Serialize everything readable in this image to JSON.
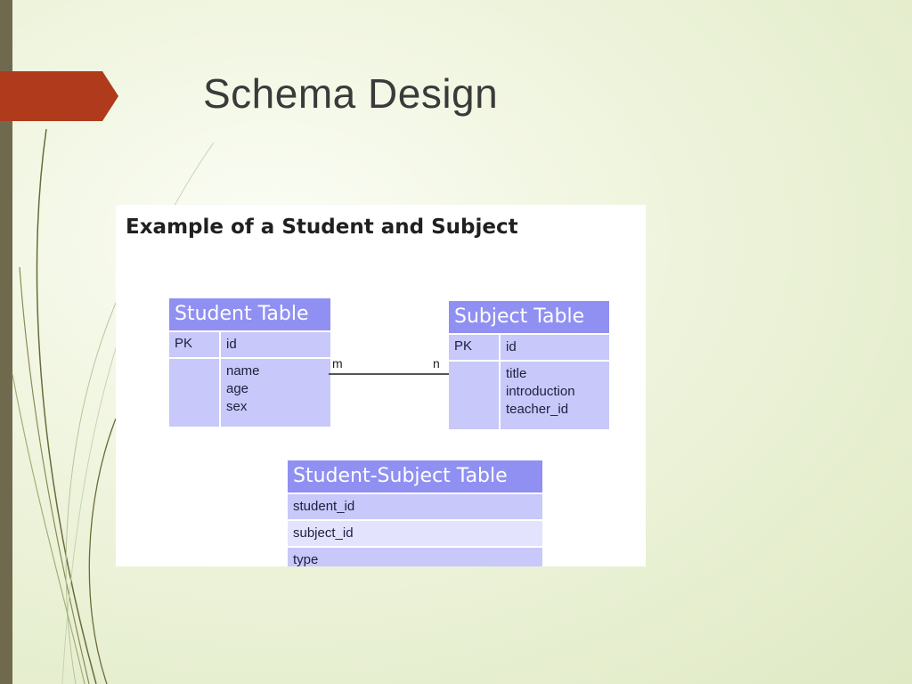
{
  "slide": {
    "title": "Schema Design",
    "accent_color": "#b03a1c",
    "side_bar_color": "#6f6a4e"
  },
  "figure": {
    "title": "Example of a Student and Subject",
    "header_color": "#9090f2",
    "row_color": "#c8c8fa",
    "row_alt_color": "#e3e3fd",
    "student_table": {
      "name": "Student Table",
      "pk_label": "PK",
      "pk_field": "id",
      "fields": [
        "name",
        "age",
        "sex"
      ]
    },
    "subject_table": {
      "name": "Subject Table",
      "pk_label": "PK",
      "pk_field": "id",
      "fields": [
        "title",
        "introduction",
        "teacher_id"
      ]
    },
    "relationship": {
      "left_cardinality": "m",
      "right_cardinality": "n"
    },
    "junction_table": {
      "name": "Student-Subject Table",
      "fields": [
        "student_id",
        "subject_id",
        "type"
      ]
    }
  }
}
